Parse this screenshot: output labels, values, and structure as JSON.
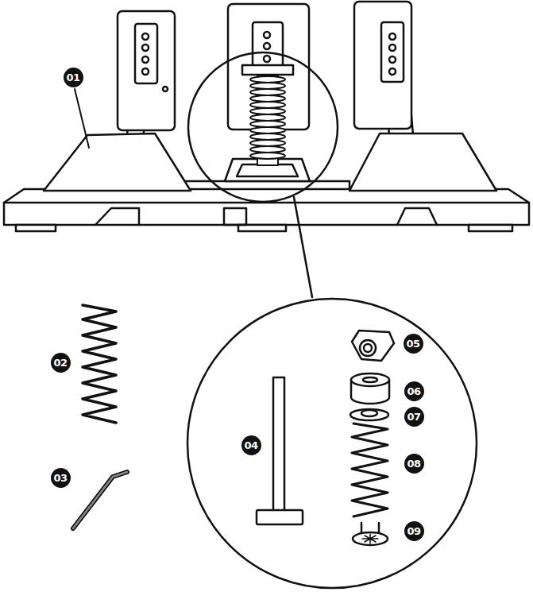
{
  "diagram": {
    "labels": [
      "01",
      "02",
      "03",
      "04",
      "05",
      "06",
      "07",
      "08",
      "09"
    ]
  }
}
